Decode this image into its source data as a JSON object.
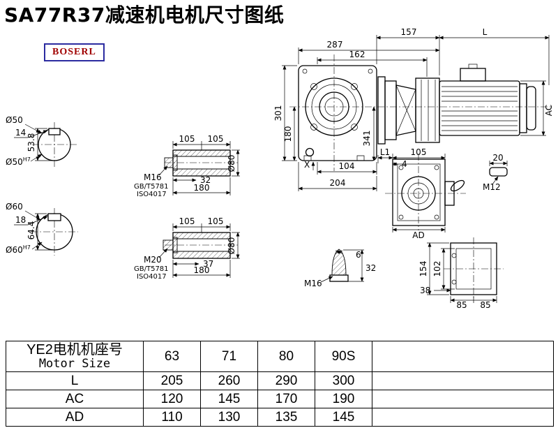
{
  "page": {
    "title": "SA77R37减速机电机尺寸图纸",
    "logo": "BOSERL"
  },
  "main": {
    "d287": "287",
    "d162": "162",
    "d157": "157",
    "dL": "L",
    "d301": "301",
    "d180": "180",
    "d341": "341",
    "dAC": "AC",
    "dX": "X",
    "d104": "104",
    "d204": "204"
  },
  "shaft50": {
    "dia": "Ø50",
    "key": "14",
    "height": "53.8",
    "bore": "Ø50",
    "tol": "H7"
  },
  "shaft60": {
    "dia": "Ø60",
    "key": "18",
    "height": "64.4",
    "bore": "Ø60",
    "tol": "H7"
  },
  "hollow1": {
    "a": "105",
    "b": "105",
    "bolt": "M16",
    "std1": "GB/T5781",
    "std2": "ISO4017",
    "depth": "32",
    "len": "180",
    "dia": "Ø80"
  },
  "hollow2": {
    "a": "105",
    "b": "105",
    "bolt": "M20",
    "std1": "GB/T5781",
    "std2": "ISO4017",
    "depth": "37",
    "len": "180",
    "dia": "Ø80"
  },
  "topview": {
    "L1": "L1",
    "a": "105",
    "b": "4",
    "c": "20",
    "bolt": "M12",
    "AD": "AD"
  },
  "plug": {
    "a": "6",
    "b": "32",
    "bolt": "M16"
  },
  "endview": {
    "h": "154",
    "h2": "102",
    "a": "38",
    "b": "85",
    "c": "85"
  },
  "table": {
    "header": {
      "line1": "YE2电机机座号",
      "line2": "Motor Size"
    },
    "sizes": [
      "63",
      "71",
      "80",
      "90S"
    ],
    "rows": [
      {
        "label": "L",
        "values": [
          "205",
          "260",
          "290",
          "300"
        ]
      },
      {
        "label": "AC",
        "values": [
          "120",
          "145",
          "170",
          "190"
        ]
      },
      {
        "label": "AD",
        "values": [
          "110",
          "130",
          "135",
          "145"
        ]
      }
    ]
  }
}
